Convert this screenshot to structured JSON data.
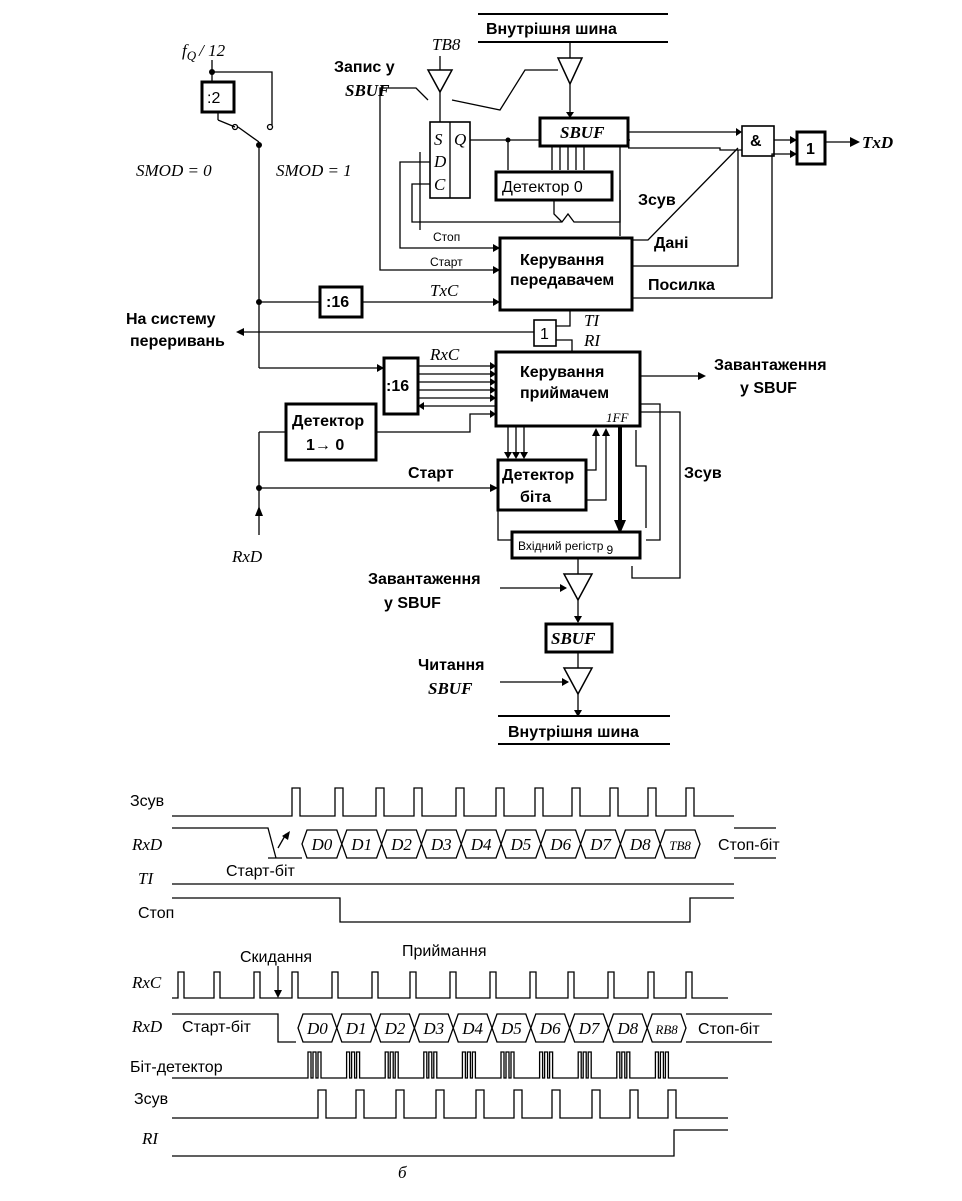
{
  "diagram": {
    "fq": "f",
    "fq_sub": "Q",
    "fq_div": "/ 12",
    "div2": ":2",
    "smod0": "SMOD = 0",
    "smod1": "SMOD = 1",
    "tb8": "TB8",
    "write_sbuf_1": "Запис у",
    "write_sbuf_2": "SBUF",
    "bus_top": "Внутрішня шина",
    "sbuf": "SBUF",
    "ff_s": "S",
    "ff_d": "D",
    "ff_c": "C",
    "ff_q": "Q",
    "det0": "Детектор 0",
    "and_gate": "&",
    "or_gate": "1",
    "txd": "TxD",
    "shift": "Зсув",
    "data": "Дані",
    "stop_small": "Стоп",
    "start_small": "Старт",
    "tx_ctrl_1": "Керування",
    "tx_ctrl_2": "передавачем",
    "send": "Посилка",
    "div16": ":16",
    "txc": "TxC",
    "intr_1": "На систему",
    "intr_2": "переривань",
    "or_small": "1",
    "ti": "TI",
    "ri": "RI",
    "rxc": "RxC",
    "rx_ctrl_1": "Керування",
    "rx_ctrl_2": "приймачем",
    "ff1": "1FF",
    "load_sbuf_1": "Завантаження",
    "load_sbuf_2": "у SBUF",
    "det10_1": "Детектор",
    "det10_2": "1→ 0",
    "start": "Старт",
    "bitdet_1": "Детектор",
    "bitdet_2": "біта",
    "shift2": "Зсув",
    "rxd": "RxD",
    "in_reg": "Вхідний регістр",
    "in_reg_sub": "9",
    "load2_1": "Завантаження",
    "load2_2": "у SBUF",
    "sbuf2": "SBUF",
    "read_1": "Читання",
    "read_2": "SBUF",
    "bus_bottom": "Внутрішня шина"
  },
  "timing": {
    "tx_labels": {
      "shift": "Зсув",
      "rxd": "RxD",
      "ti": "TI",
      "stop": "Стоп",
      "start_bit": "Старт-біт"
    },
    "tx_bits": [
      "D0",
      "D1",
      "D2",
      "D3",
      "D4",
      "D5",
      "D6",
      "D7",
      "D8",
      "TB8"
    ],
    "tx_stop_bit": "Стоп-біт",
    "rx_labels": {
      "reset": "Скидання",
      "receive": "Приймання",
      "rxc": "RxC",
      "rxd": "RxD",
      "start_bit": "Старт-біт",
      "bitdet": "Біт-детектор",
      "shift": "Зсув",
      "ri": "RI"
    },
    "rx_bits": [
      "D0",
      "D1",
      "D2",
      "D3",
      "D4",
      "D5",
      "D6",
      "D7",
      "D8",
      "RB8"
    ],
    "rx_stop_bit": "Стоп-біт",
    "caption": "б"
  }
}
